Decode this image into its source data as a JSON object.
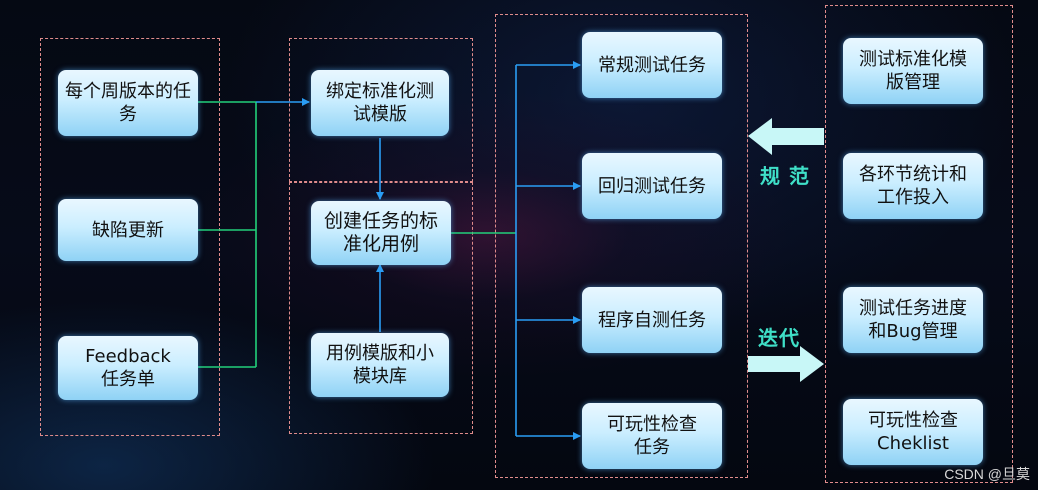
{
  "input_boxes": {
    "weekly_tasks": "每个周版本的任务",
    "defect_update": "缺陷更新",
    "feedback_tasks": "Feedback任务单"
  },
  "middle_boxes": {
    "bind_template": "绑定标准化测试模版",
    "create_cases": "创建任务的标准化用例",
    "case_library": "用例模版和小模块库"
  },
  "task_boxes": {
    "regular": "常规测试任务",
    "regression": "回归测试任务",
    "self_test": "程序自测任务",
    "playability": "可玩性检查任务"
  },
  "mgmt_boxes": {
    "template_mgmt": "测试标准化模版管理",
    "stats": "各环节统计和工作投入",
    "progress_bug": "测试任务进度和Bug管理",
    "checklist": "可玩性检查Cheklist"
  },
  "labels": {
    "standardize": "规 范",
    "iterate": "迭代"
  },
  "watermark": "CSDN @旦莫",
  "colors": {
    "green_line": "#22d07a",
    "blue_arrow": "#2a9df4",
    "dash_border": "#e08c8c",
    "big_arrow": "#c8f7f7",
    "label_color": "#3fe0c8"
  }
}
